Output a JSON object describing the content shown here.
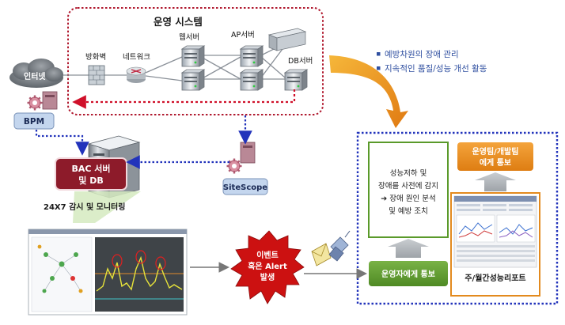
{
  "ops_system": {
    "title": "운영 시스템"
  },
  "nodes": {
    "internet": "인터넷",
    "firewall": "방화벽",
    "network": "네트워크",
    "web_server": "웹서버",
    "ap_server": "AP서버",
    "db_server": "DB서버",
    "bpm": "BPM",
    "bac_line1": "BAC 서버",
    "bac_line2": "및 DB",
    "sitescope": "SiteScope"
  },
  "monitoring_caption": "24X7 감시 및 모니터링",
  "alert": {
    "line1": "이벤트",
    "line2": "혹은 Alert",
    "line3": "발생"
  },
  "benefits": [
    "예방차원의 장애 관리",
    "지속적인 품질/성능 개선 활동"
  ],
  "process": {
    "detect_lines": [
      "성능저하 및",
      "장애를 사전에 감지",
      "➔ 장애 원인 분석",
      "및 예방 조치"
    ],
    "notify_operator": "운영자에게 통보",
    "notify_team_lines": [
      "운영팀/개발팀",
      "에게 통보"
    ],
    "report": "주/월간성능리포트"
  },
  "colors": {
    "ops_border": "#b0192f",
    "dotted_blue": "#2233bb",
    "green": "#5a9a2a",
    "orange": "#e38a1e",
    "alert_red": "#cc1111",
    "bac_fill": "#8d1b2a",
    "bullet_blue": "#2f4fa0"
  }
}
